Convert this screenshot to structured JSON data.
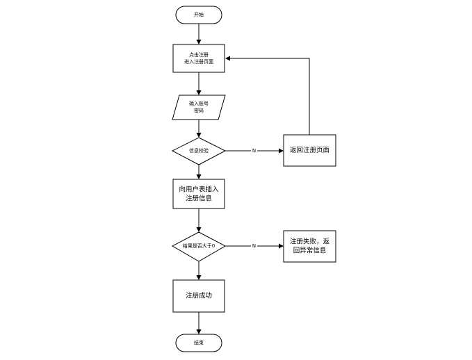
{
  "diagram": {
    "nodes": {
      "start": {
        "type": "terminator",
        "lines": [
          "开始"
        ]
      },
      "click_register": {
        "type": "process",
        "lines": [
          "点击注册",
          "进入注册页面"
        ]
      },
      "input_account": {
        "type": "io",
        "lines": [
          "输入账号",
          "密码"
        ]
      },
      "validate_info": {
        "type": "decision",
        "lines": [
          "信息校验"
        ]
      },
      "return_register": {
        "type": "process",
        "lines": [
          "返回注册页面"
        ]
      },
      "insert_user": {
        "type": "process",
        "lines": [
          "向用户表插入",
          "注册信息"
        ]
      },
      "result_check": {
        "type": "decision",
        "lines": [
          "结果是否大于0"
        ]
      },
      "register_fail": {
        "type": "process",
        "lines": [
          "注册失败，返",
          "回异常信息"
        ]
      },
      "register_success": {
        "type": "process",
        "lines": [
          "注册成功"
        ]
      },
      "end": {
        "type": "terminator",
        "lines": [
          "结束"
        ]
      }
    },
    "edges": {
      "validate_no": {
        "from": "validate_info",
        "to": "return_register",
        "label": "N"
      },
      "result_no": {
        "from": "result_check",
        "to": "register_fail",
        "label": "N"
      }
    }
  }
}
